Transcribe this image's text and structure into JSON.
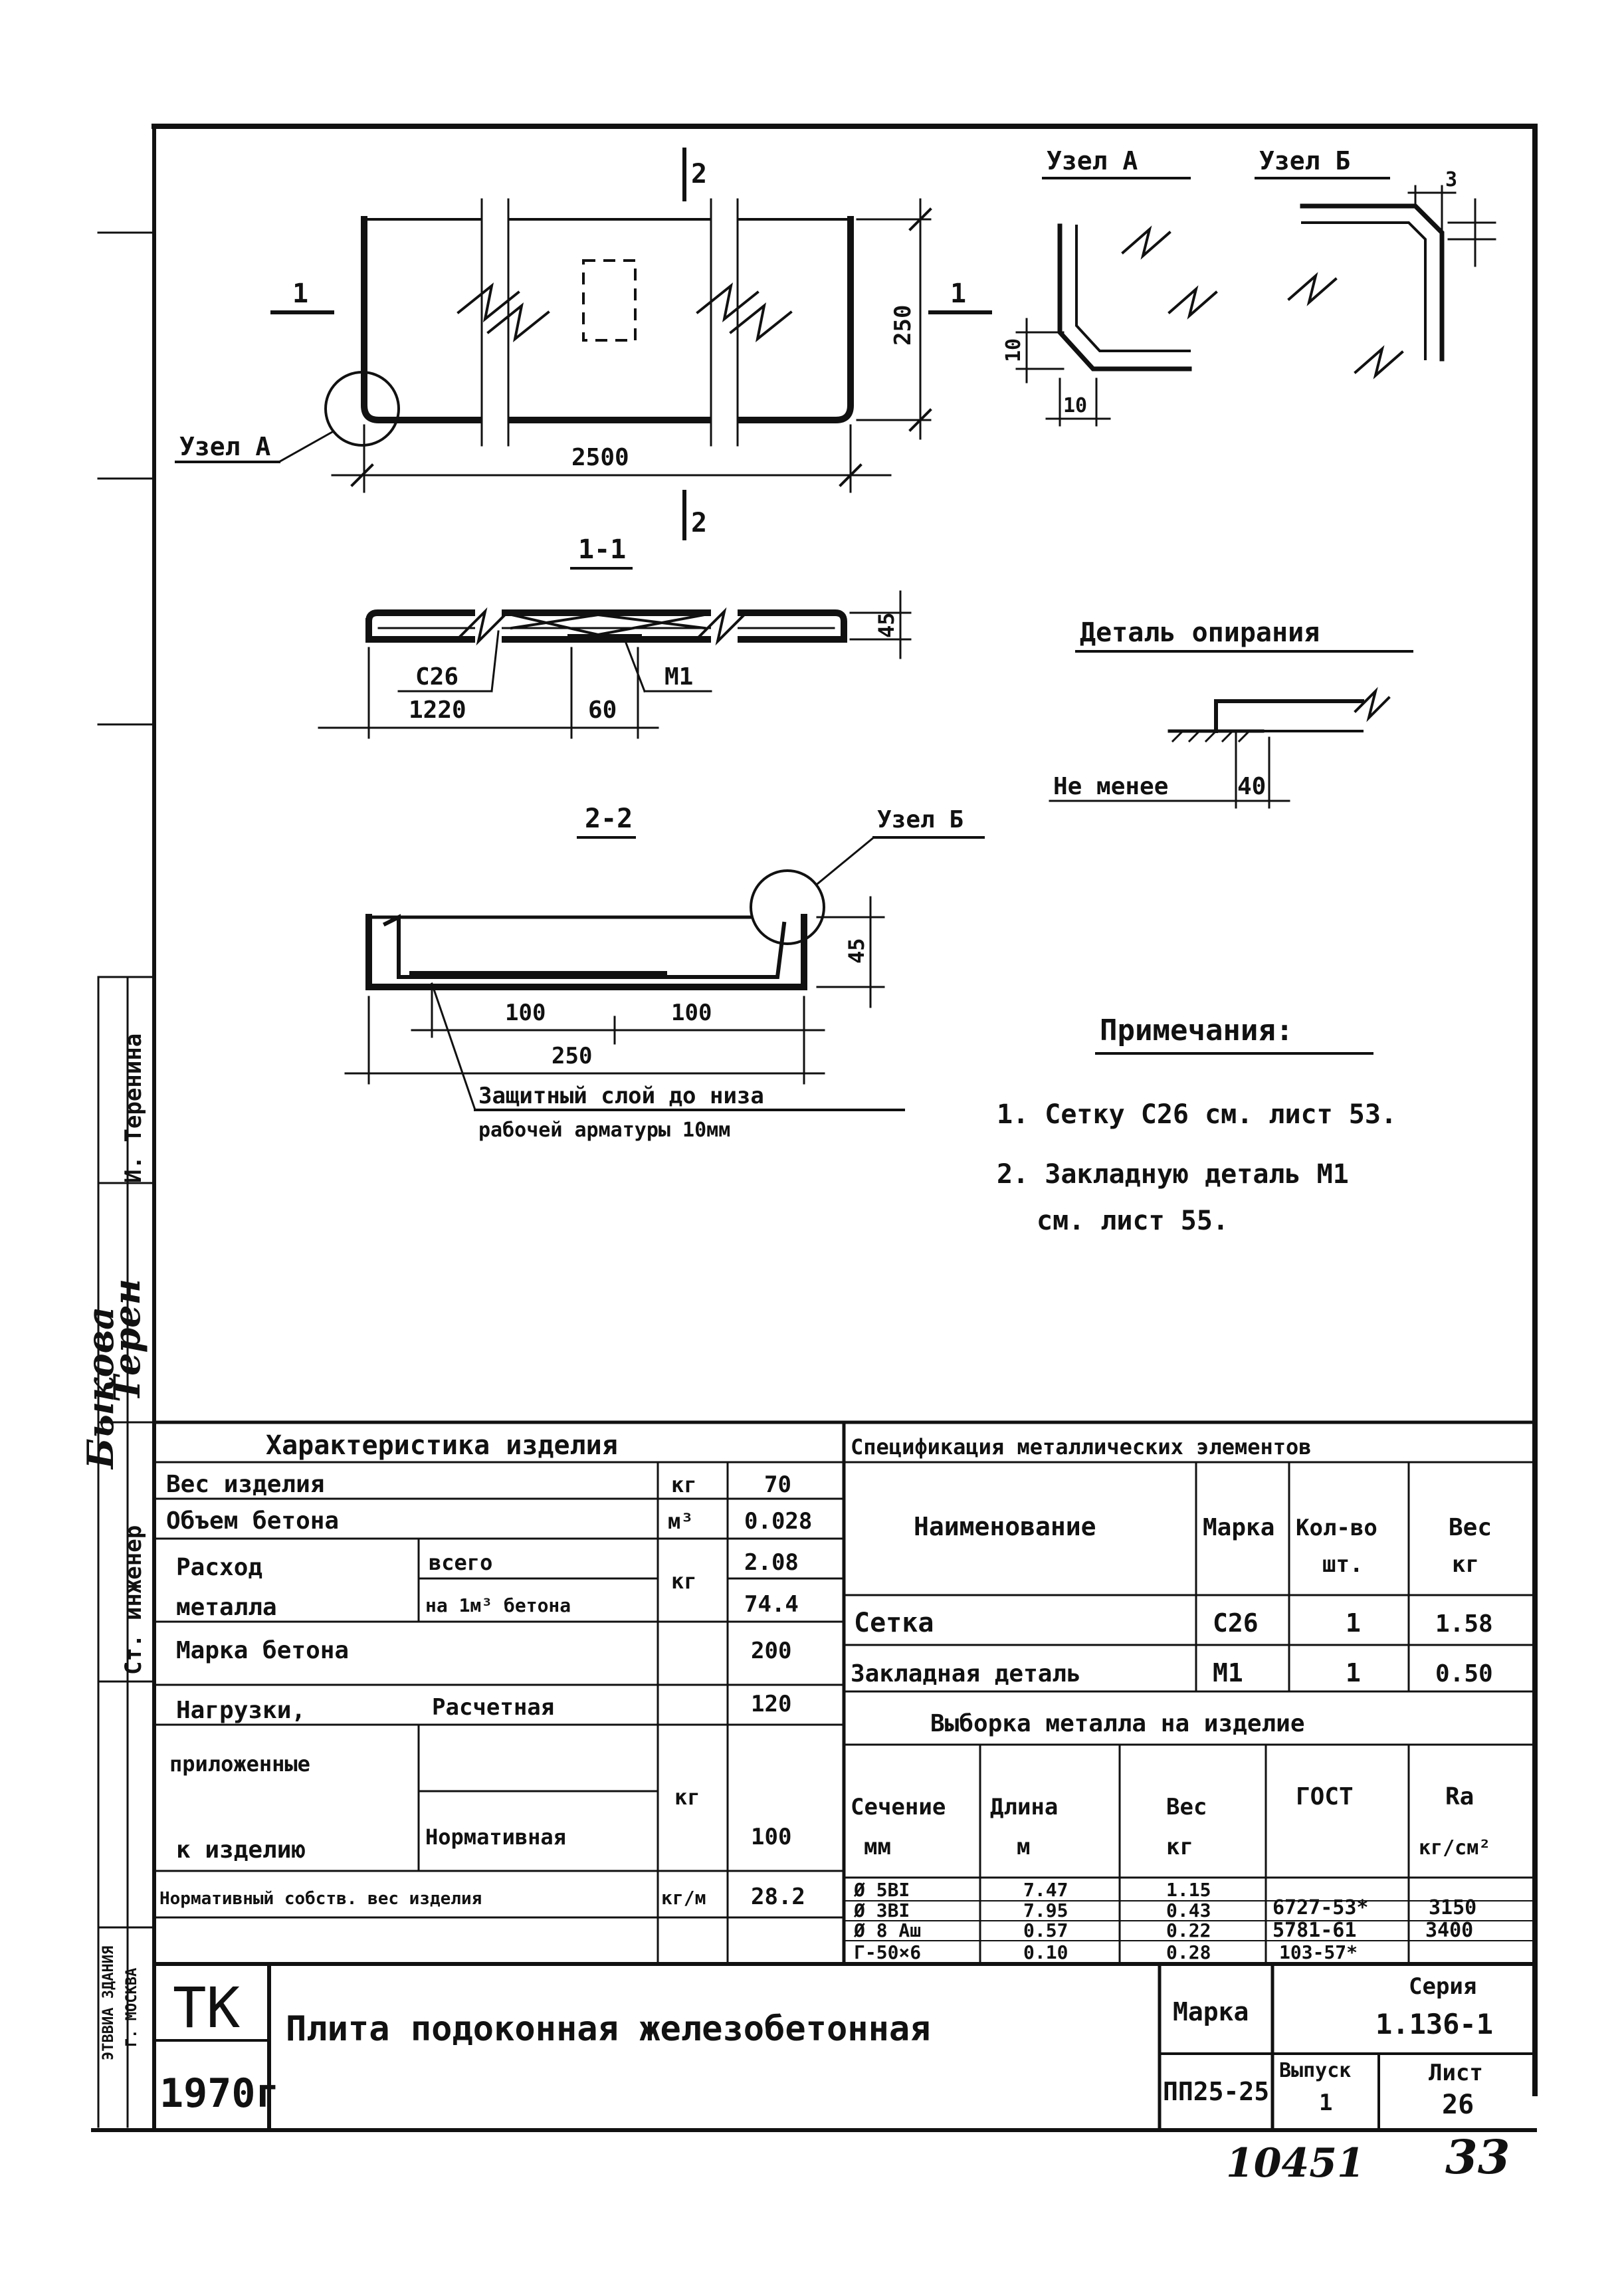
{
  "drawing": {
    "section_mark_2": "2",
    "section_mark_1": "1",
    "node_a": "Узел А",
    "node_b": "Узел Б",
    "dim_2500": "2500",
    "dim_250": "250",
    "dim_10a": "10",
    "dim_10b": "10",
    "dim_3": "3",
    "section_1_1": "1-1",
    "dim_45a": "45",
    "label_s26": "С26",
    "label_m1": "М1",
    "dim_1220": "1220",
    "dim_60": "60",
    "support_detail_title": "Деталь опирания",
    "not_less": "Не менее",
    "dim_40": "40",
    "section_2_2": "2-2",
    "node_b_2": "Узел Б",
    "dim_45b": "45",
    "dim_100a": "100",
    "dim_100b": "100",
    "dim_250b": "250",
    "protective_layer_1": "Защитный слой до низа",
    "protective_layer_2": "рабочей арматуры 10мм"
  },
  "notes": {
    "title": "Примечания:",
    "items": [
      "1. Сетку С26 см. лист 53.",
      "2. Закладную деталь М1",
      "см. лист 55."
    ]
  },
  "side_stamp": {
    "role_1": "Ст. инженер",
    "name_1": "И. Теренина",
    "sign_1": "Терен",
    "sign_2": "Быкова",
    "col_a": "ЭТВВИА ЗДАНИЯ",
    "col_b": "Г. МОСКВА"
  },
  "characteristics": {
    "title": "Характеристика изделия",
    "rows": [
      {
        "name": "Вес изделия",
        "unit": "кг",
        "value": "70"
      },
      {
        "name": "Объем бетона",
        "unit": "м³",
        "value": "0.028"
      },
      {
        "name": "Расход",
        "sub": "всего",
        "unit": "кг",
        "value": "2.08"
      },
      {
        "name": "металла",
        "sub": "на 1м³ бетона",
        "value": "74.4"
      },
      {
        "name": "Марка бетона",
        "value": "200"
      },
      {
        "name": "Нагрузки,",
        "sub": "Расчетная",
        "unit": "кг",
        "value": "120"
      },
      {
        "name": "приложенные",
        "sub": "",
        "value": ""
      },
      {
        "name": "к изделию",
        "sub": "Нормативная",
        "value": "100"
      },
      {
        "name": "Нормативный собств. вес изделия",
        "unit": "кг/м",
        "value": "28.2"
      }
    ]
  },
  "specification": {
    "title": "Спецификация металлических элементов",
    "headers": [
      "Наименование",
      "Марка",
      "Кол-во",
      "шт.",
      "Вес",
      "кг"
    ],
    "rows": [
      {
        "name": "Сетка",
        "mark": "С26",
        "qty": "1",
        "weight": "1.58"
      },
      {
        "name": "Закладная деталь",
        "mark": "М1",
        "qty": "1",
        "weight": "0.50"
      }
    ]
  },
  "metal": {
    "title": "Выборка металла на изделие",
    "headers": [
      "Сечение",
      "мм",
      "Длина",
      "м",
      "Вес",
      "кг",
      "ГОСТ",
      "Ra",
      "кг/см²"
    ],
    "rows": [
      {
        "section": "Ø 5BI",
        "length": "7.47",
        "weight": "1.15",
        "gost": "",
        "ra": ""
      },
      {
        "section": "Ø 3BI",
        "length": "7.95",
        "weight": "0.43",
        "gost": "6727-53*",
        "ra": "3150"
      },
      {
        "section": "Ø 8 Aш",
        "length": "0.57",
        "weight": "0.22",
        "gost": "5781-61",
        "ra": "3400"
      },
      {
        "section": "Г-50×6",
        "length": "0.10",
        "weight": "0.28",
        "gost": "103-57*",
        "ra": ""
      }
    ]
  },
  "title_block": {
    "org": "ТК",
    "year": "1970г",
    "title": "Плита подоконная железобетонная",
    "mark_label": "Марка",
    "mark": "ПП25-25",
    "series_label": "Серия",
    "series": "1.136-1",
    "issue_label": "Выпуск",
    "issue": "1",
    "sheet_label": "Лист",
    "sheet": "26"
  },
  "footer": {
    "inventory": "10451",
    "page": "33"
  }
}
